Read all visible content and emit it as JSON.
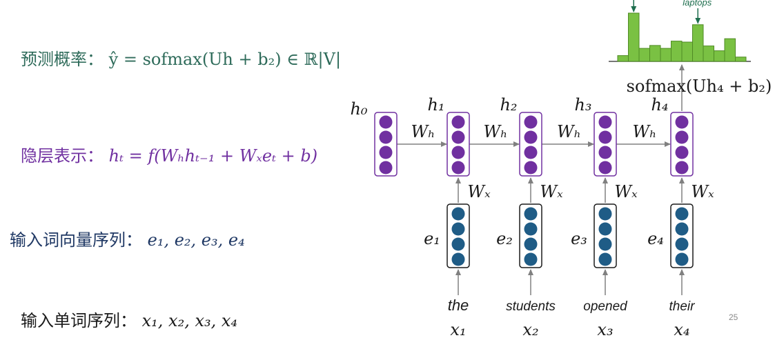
{
  "colors": {
    "prediction_text": "#2e6b5a",
    "hidden_text": "#7030a0",
    "embedding_text": "#1f3864",
    "word_text": "#1a1a1a",
    "hidden_node": "#7030a0",
    "embed_node": "#1f5c86",
    "bar_fill": "#7ac143",
    "bar_stroke": "#4f8a24",
    "arrow": "#808080",
    "pointer": "#1e6e4e"
  },
  "rows": {
    "prediction": {
      "label": "预测概率：",
      "formula": "ŷ = sofmax(Uh + b₂) ∈ ℝ|V|"
    },
    "hidden": {
      "label": "隐层表示：",
      "formula": "hₜ = f(Wₕhₜ₋₁ + Wₓeₜ + b)"
    },
    "embedding": {
      "label": "输入词向量序列：",
      "formula": "e₁, e₂, e₃, e₄"
    },
    "words": {
      "label": "输入单词序列：",
      "formula": "x₁, x₂, x₃, x₄"
    }
  },
  "hidden_labels": [
    "h₀",
    "h₁",
    "h₂",
    "h₃",
    "h₄"
  ],
  "embed_labels": [
    "e₁",
    "e₂",
    "e₃",
    "e₄"
  ],
  "Wh_label": "Wₕ",
  "Wx_label": "Wₓ",
  "input_words": [
    "the",
    "students",
    "opened",
    "their"
  ],
  "x_labels": [
    "x₁",
    "x₂",
    "x₃",
    "x₄"
  ],
  "softmax_label": "sofmax(Uh₄ + b₂)",
  "histogram_annotation": "laptops",
  "histogram_values": [
    0.12,
    1.0,
    0.27,
    0.33,
    0.27,
    0.42,
    0.4,
    0.76,
    0.32,
    0.22,
    0.47,
    0.09
  ],
  "page_number": "25"
}
